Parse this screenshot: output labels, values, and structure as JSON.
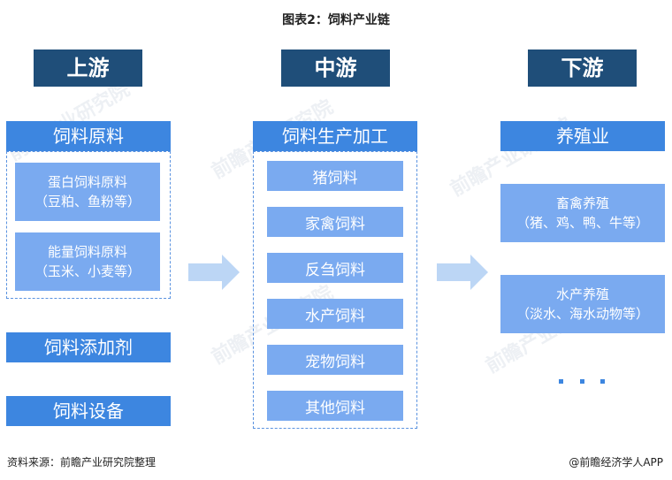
{
  "title": "图表2：饲料产业链",
  "stages": {
    "upstream": "上游",
    "midstream": "中游",
    "downstream": "下游"
  },
  "upstream": {
    "group_header": "饲料原料",
    "materials": [
      {
        "line1": "蛋白饲料原料",
        "line2": "（豆粕、鱼粉等）"
      },
      {
        "line1": "能量饲料原料",
        "line2": "（玉米、小麦等）"
      }
    ],
    "additives": "饲料添加剂",
    "equipment": "饲料设备"
  },
  "midstream": {
    "header": "饲料生产加工",
    "items": [
      "猪饲料",
      "家禽饲料",
      "反刍饲料",
      "水产饲料",
      "宠物饲料",
      "其他饲料"
    ]
  },
  "downstream": {
    "header": "养殖业",
    "items": [
      {
        "line1": "畜禽养殖",
        "line2": "（猪、鸡、鸭、牛等）"
      },
      {
        "line1": "水产养殖",
        "line2": "（淡水、海水动物等）"
      }
    ],
    "ellipsis": "…"
  },
  "watermark": "前瞻产业研究院",
  "source": "资料来源：前瞻产业研究院整理",
  "brand": "@前瞻经济学人APP",
  "colors": {
    "stage": "#1f4e79",
    "category": "#3d86e0",
    "item": "#7aaaf0",
    "arrow": "#bcd6f5"
  }
}
